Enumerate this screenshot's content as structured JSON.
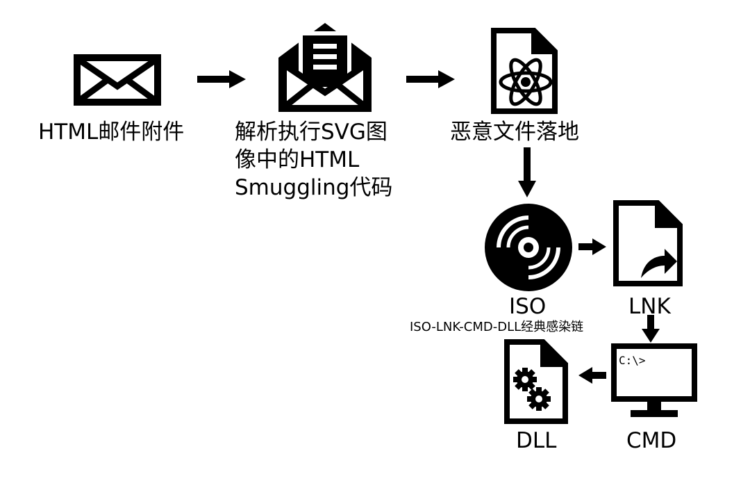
{
  "nodes": {
    "email": {
      "label": "HTML邮件附件",
      "icon": "envelope-icon"
    },
    "svg_parse": {
      "label_lines": [
        "解析执行SVG图",
        "像中的HTML",
        "Smuggling代码"
      ],
      "icon": "open-envelope-letter-icon"
    },
    "malicious_file": {
      "label": "恶意文件落地",
      "icon": "atom-document-icon"
    },
    "iso": {
      "label": "ISO",
      "icon": "disc-icon"
    },
    "lnk": {
      "label": "LNK",
      "icon": "shortcut-file-icon"
    },
    "cmd": {
      "label": "CMD",
      "icon": "monitor-icon",
      "screen_text": "C:\\>"
    },
    "dll": {
      "label": "DLL",
      "icon": "gears-file-icon"
    }
  },
  "chain_caption": "ISO-LNK-CMD-DLL经典感染链"
}
